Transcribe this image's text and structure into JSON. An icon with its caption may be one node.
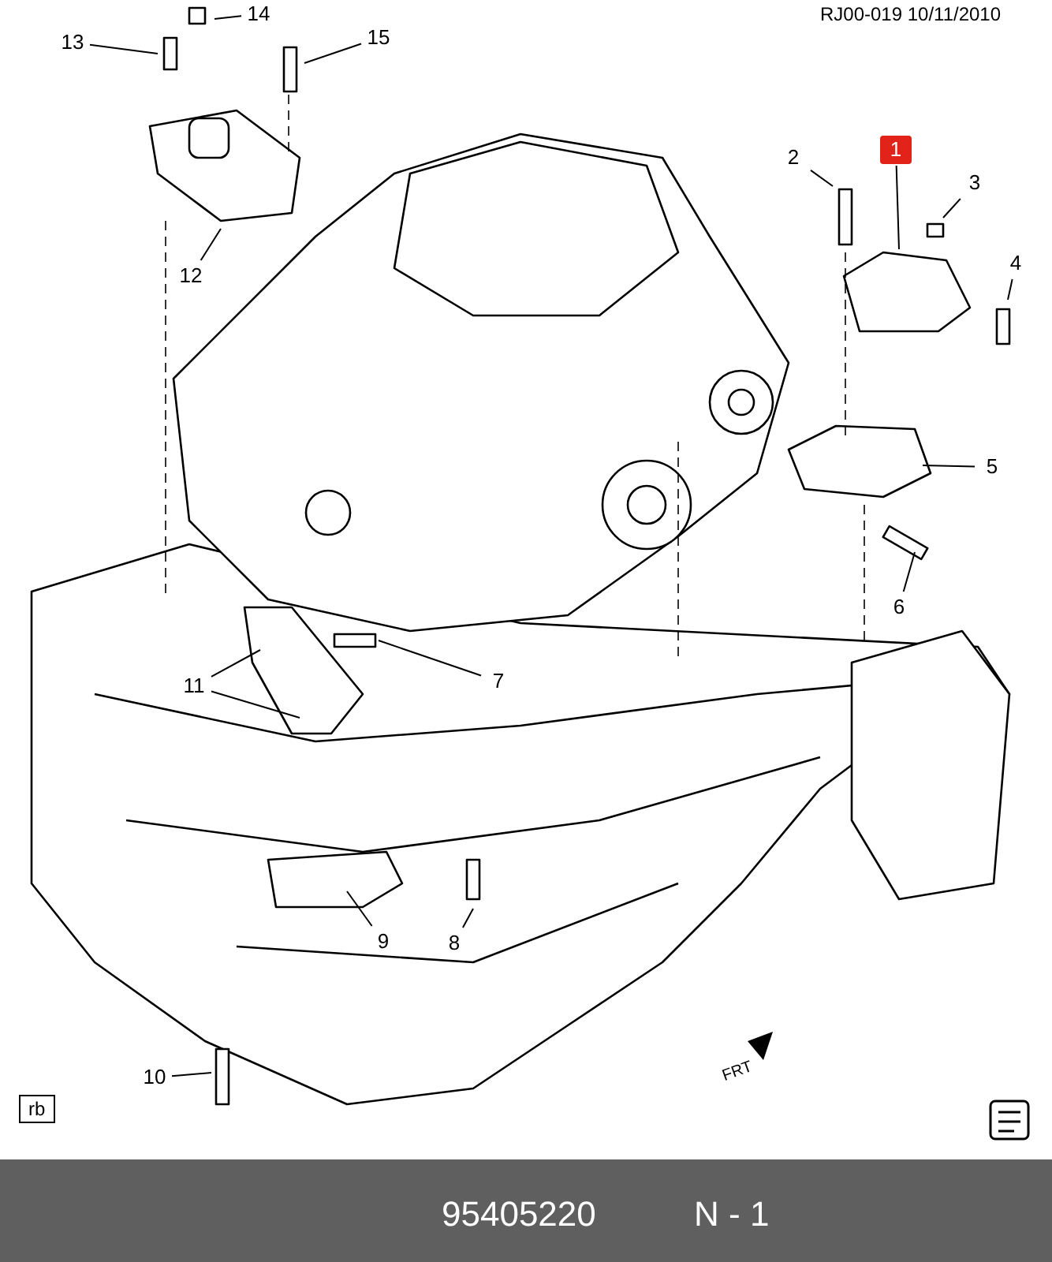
{
  "diagram": {
    "nodes": [
      {
        "text": [
          "1"
        ]
      },
      {
        "text": [
          "2"
        ]
      },
      {
        "text": [
          "3"
        ]
      },
      {
        "text": [
          "4"
        ]
      },
      {
        "text": [
          "5"
        ]
      },
      {
        "text": [
          "6"
        ]
      },
      {
        "text": [
          "7"
        ]
      },
      {
        "text": [
          "8"
        ]
      },
      {
        "text": [
          "9"
        ]
      },
      {
        "text": [
          "10"
        ]
      },
      {
        "text": [
          "11"
        ]
      },
      {
        "text": [
          "12"
        ]
      },
      {
        "text": [
          "13"
        ]
      },
      {
        "text": [
          "14"
        ]
      },
      {
        "text": [
          "15"
        ]
      }
    ],
    "edges": [
      {
        "from": 0,
        "to": null,
        "arrow": "none"
      },
      {
        "from": 1,
        "to": null,
        "arrow": "none"
      },
      {
        "from": 2,
        "to": null,
        "arrow": "none"
      },
      {
        "from": 3,
        "to": null,
        "arrow": "none"
      },
      {
        "from": 4,
        "to": null,
        "arrow": "none"
      },
      {
        "from": 5,
        "to": null,
        "arrow": "none"
      },
      {
        "from": 6,
        "to": null,
        "arrow": "none"
      },
      {
        "from": 7,
        "to": null,
        "arrow": "none"
      },
      {
        "from": 8,
        "to": null,
        "arrow": "none"
      },
      {
        "from": 9,
        "to": null,
        "arrow": "none"
      },
      {
        "from": 10,
        "to": null,
        "arrow": "none"
      },
      {
        "from": 10,
        "to": null,
        "arrow": "none"
      },
      {
        "from": 11,
        "to": null,
        "arrow": "none"
      },
      {
        "from": 12,
        "to": null,
        "arrow": "none"
      },
      {
        "from": 13,
        "to": null,
        "arrow": "none"
      },
      {
        "from": 14,
        "to": null,
        "arrow": "none"
      }
    ],
    "labels": [
      "RJ00-019  10/11/2010",
      "rb",
      "FRT",
      "95405220",
      "N - 1"
    ]
  }
}
